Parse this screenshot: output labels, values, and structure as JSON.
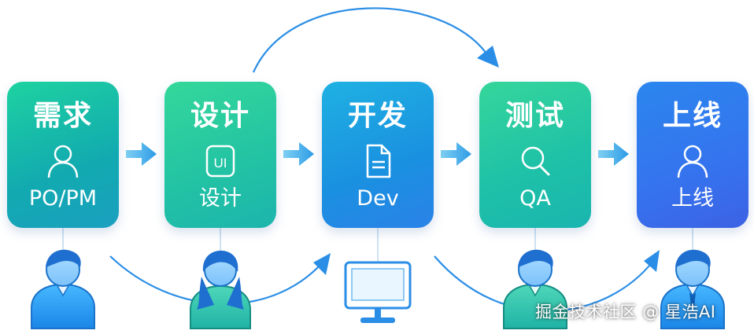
{
  "steps": [
    {
      "title": "需求",
      "subtitle": "PO/PM",
      "icon": "user-icon"
    },
    {
      "title": "设计",
      "subtitle": "设计",
      "icon": "ui-icon",
      "icon_text": "UI"
    },
    {
      "title": "开发",
      "subtitle": "Dev",
      "icon": "document-icon"
    },
    {
      "title": "测试",
      "subtitle": "QA",
      "icon": "search-icon"
    },
    {
      "title": "上线",
      "subtitle": "上线",
      "icon": "user-icon"
    }
  ],
  "people": [
    {
      "name": "person-po-pm",
      "icon": "man-avatar-icon"
    },
    {
      "name": "person-designer",
      "icon": "woman-avatar-icon"
    },
    {
      "name": "developer-monitor",
      "icon": "monitor-icon"
    },
    {
      "name": "person-qa",
      "icon": "man-avatar-icon"
    },
    {
      "name": "person-ops",
      "icon": "man-avatar-icon"
    }
  ],
  "watermark": "掘金技术社区 @ 星浩AI",
  "colors": {
    "arrow": "#2b8ee6",
    "flow_arrow": "#3aa3e8",
    "teal": "#1ec0a8",
    "blue": "#2b78ea"
  }
}
